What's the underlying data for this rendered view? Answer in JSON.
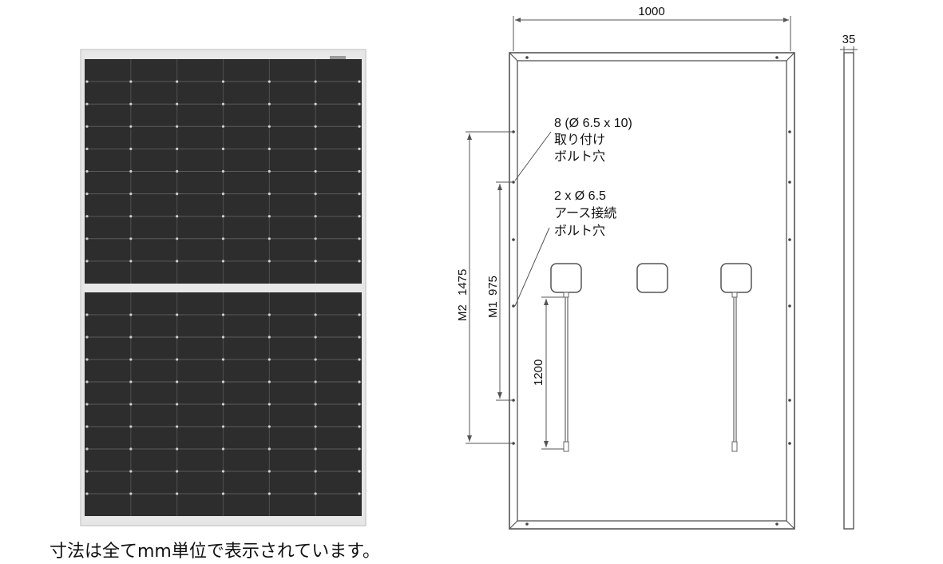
{
  "diagram": {
    "width_dim": "1000",
    "depth_dim": "35",
    "m2_label": "M2",
    "m2_value": "1475",
    "m1_label": "M1",
    "m1_value": "975",
    "cable_length": "1200",
    "mounting_holes": {
      "line1": "8 (Ø 6.5 x 10)",
      "line2": "取り付け",
      "line3": "ボルト穴"
    },
    "ground_holes": {
      "line1": "2 x Ø 6.5",
      "line2": "アース接続",
      "line3": "ボルト穴"
    }
  },
  "caption": "寸法は全てmm単位で表示されています。",
  "colors": {
    "panel_cell": "#2a2a2a",
    "panel_frame": "#d9d9d9",
    "line": "#555555"
  }
}
